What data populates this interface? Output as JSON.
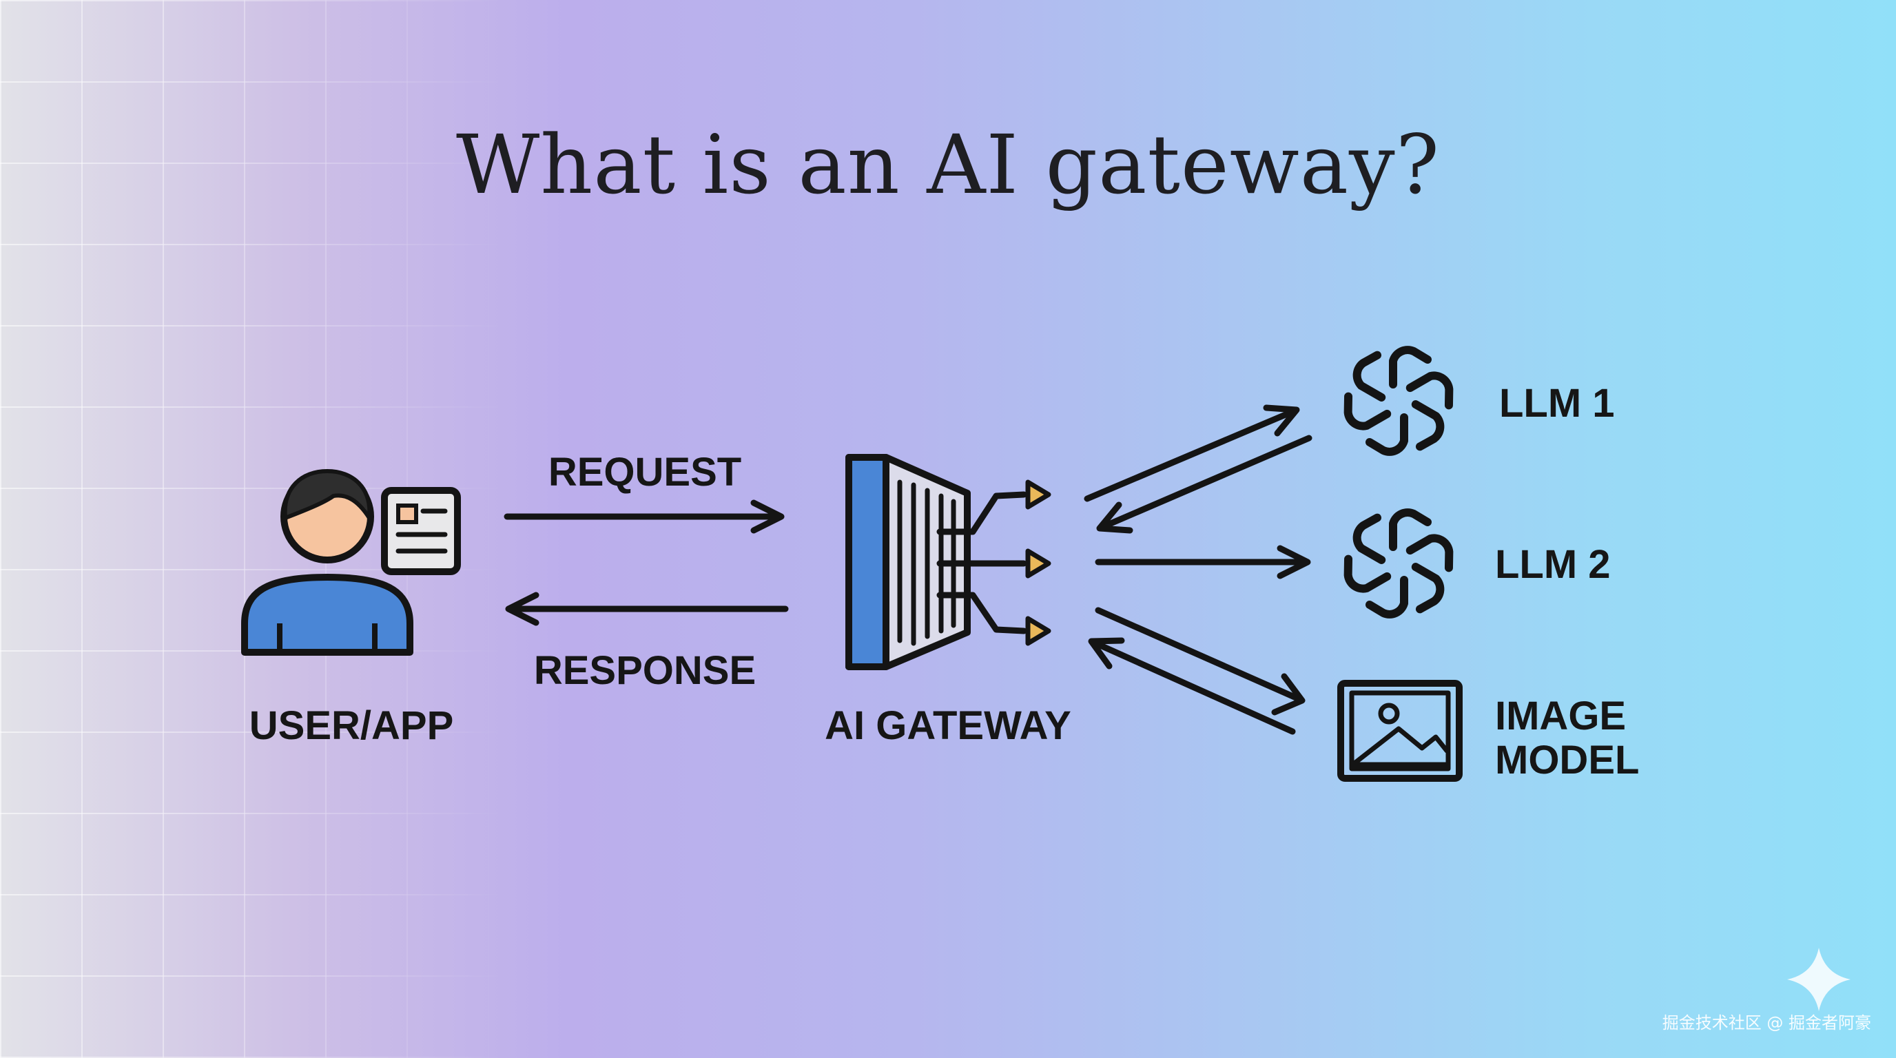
{
  "title": "What is an AI gateway?",
  "nodes": {
    "user_app": "USER/APP",
    "gateway": "AI GATEWAY",
    "llm1": "LLM 1",
    "llm2": "LLM 2",
    "image_model_line1": "IMAGE",
    "image_model_line2": "MODEL"
  },
  "edges": {
    "request": "REQUEST",
    "response": "RESPONSE"
  },
  "icons": {
    "user": "user-with-id-card-icon",
    "gateway": "gateway-router-icon",
    "llm": "openai-knot-icon",
    "image_model": "picture-frame-icon",
    "sparkle": "sparkle-icon"
  },
  "colors": {
    "stroke": "#141414",
    "accent_blue": "#4a86d6",
    "skin": "#f6c49f",
    "hair": "#2e2e2e",
    "arrow_fill": "#e9b85a"
  },
  "watermark": "掘金技术社区 @ 掘金者阿豪"
}
